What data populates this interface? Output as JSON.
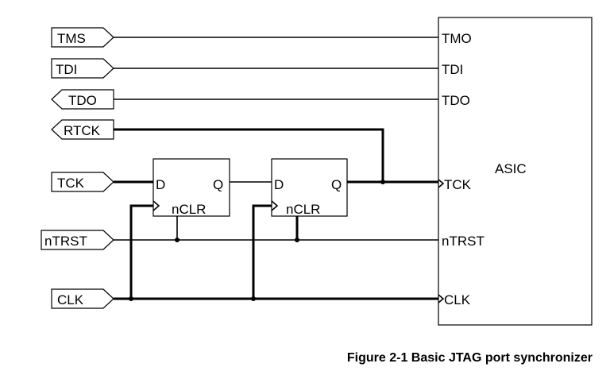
{
  "ports": {
    "tms": "TMS",
    "tdi": "TDI",
    "tdo": "TDO",
    "rtck": "RTCK",
    "tck": "TCK",
    "ntrst": "nTRST",
    "clk": "CLK"
  },
  "flipflop_1": {
    "d": "D",
    "q": "Q",
    "clr": "nCLR"
  },
  "flipflop_2": {
    "d": "D",
    "q": "Q",
    "clr": "nCLR"
  },
  "asic": {
    "name": "ASIC",
    "pins": {
      "tmo": "TMO",
      "tdi": "TDI",
      "tdo": "TDO",
      "tck": "TCK",
      "ntrst": "nTRST",
      "clk": "CLK"
    }
  },
  "caption": "Figure 2-1 Basic JTAG port synchronizer"
}
